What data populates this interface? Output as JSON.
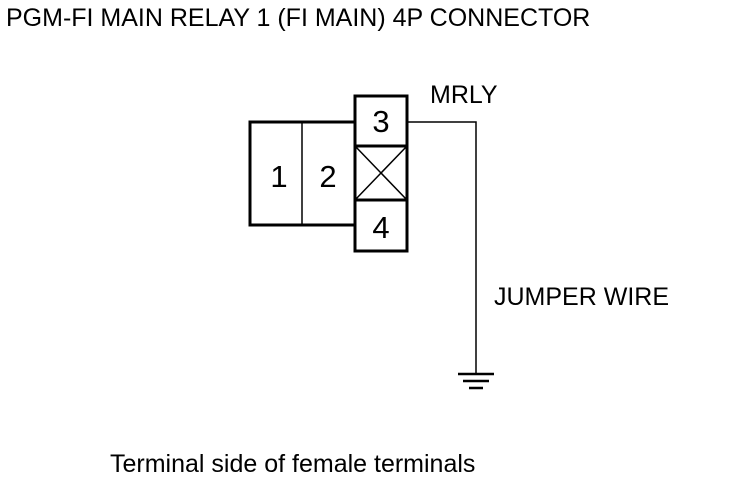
{
  "title": "PGM-FI MAIN RELAY 1 (FI MAIN) 4P CONNECTOR",
  "connector": {
    "pins": [
      {
        "number": "1",
        "state": "present"
      },
      {
        "number": "2",
        "state": "present"
      },
      {
        "number": "3",
        "state": "present",
        "signal": "MRLY"
      },
      {
        "number": "4",
        "state": "present"
      }
    ],
    "blocked_cavity": "crossed-out terminal slot between 3 and 4"
  },
  "wire_label": "MRLY",
  "jumper_label": "JUMPER WIRE",
  "ground": "ground-symbol",
  "caption": "Terminal side of female terminals",
  "colors": {
    "line": "#000000",
    "background": "#ffffff"
  }
}
